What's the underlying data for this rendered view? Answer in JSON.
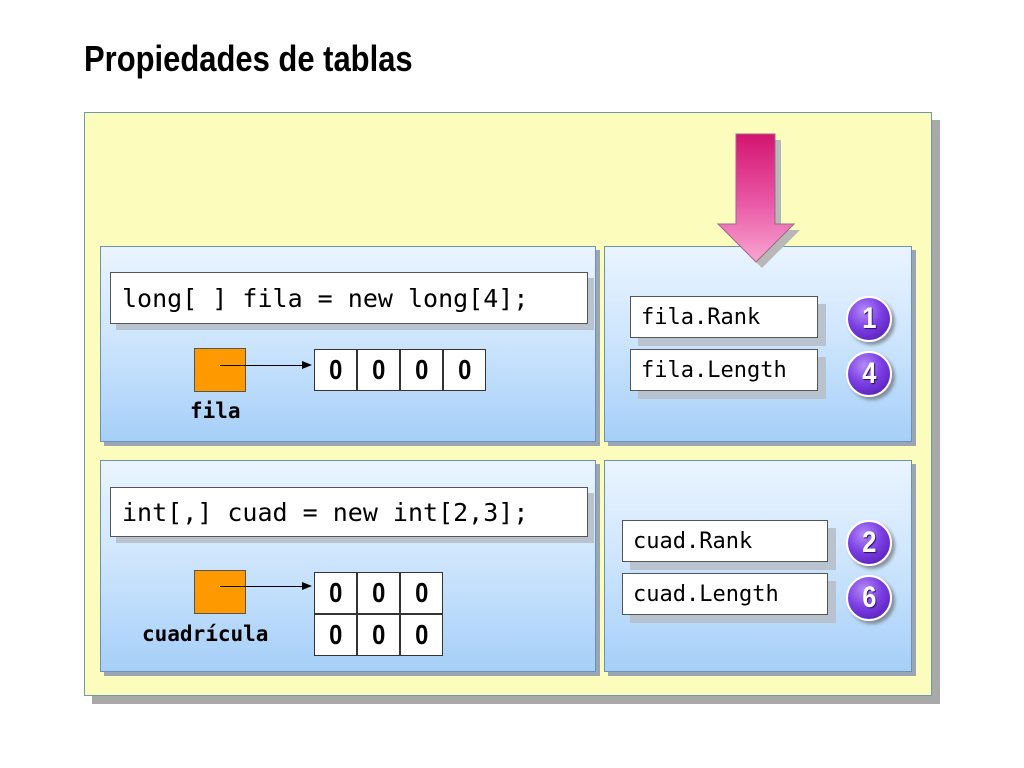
{
  "title": "Propiedades de tablas",
  "colors": {
    "background_panel": "#fcfcbc",
    "variable_box": "#ff9900",
    "badge": "#7b3fe4",
    "pointer_arrow": "#e8368f"
  },
  "row_section": {
    "code": "long[ ] fila = new long[4];",
    "variable_label": "fila",
    "cells": [
      "0",
      "0",
      "0",
      "0"
    ],
    "properties": [
      {
        "name": "fila.Rank",
        "value": "1"
      },
      {
        "name": "fila.Length",
        "value": "4"
      }
    ]
  },
  "grid_section": {
    "code": "int[,] cuad = new int[2,3];",
    "variable_label": "cuadrícula",
    "cells": [
      [
        "0",
        "0",
        "0"
      ],
      [
        "0",
        "0",
        "0"
      ]
    ],
    "properties": [
      {
        "name": "cuad.Rank",
        "value": "2"
      },
      {
        "name": "cuad.Length",
        "value": "6"
      }
    ]
  },
  "icons": {
    "pointer": "down-arrow-icon"
  }
}
